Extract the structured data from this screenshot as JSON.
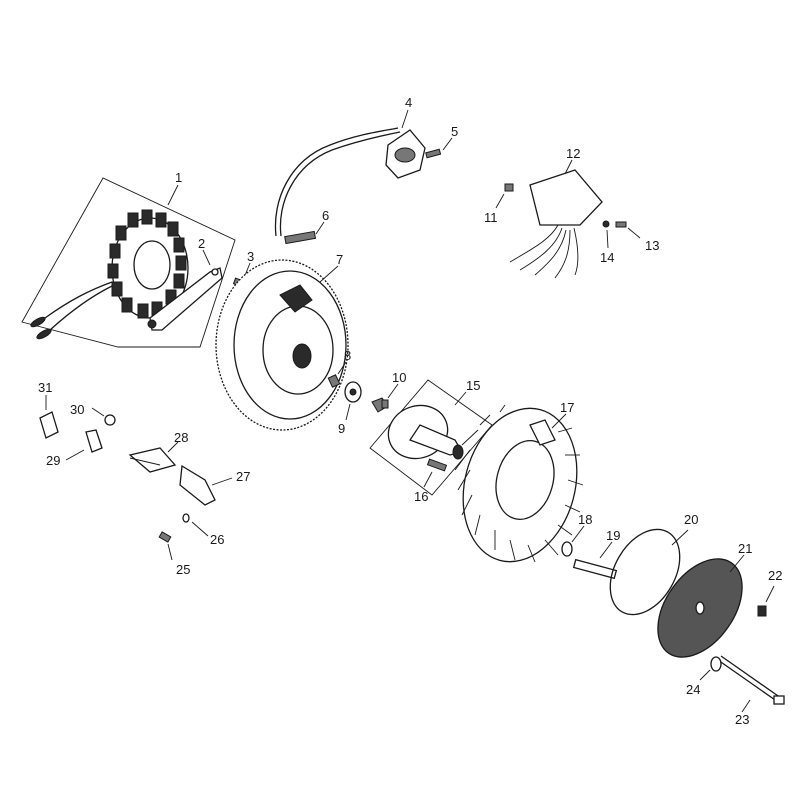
{
  "labels": {
    "p1": "1",
    "p2": "2",
    "p3": "3",
    "p4": "4",
    "p5": "5",
    "p6": "6",
    "p7": "7",
    "p8": "8",
    "p9": "9",
    "p10": "10",
    "p11": "11",
    "p12": "12",
    "p13": "13",
    "p14": "14",
    "p15": "15",
    "p16": "16",
    "p17": "17",
    "p18": "18",
    "p19": "19",
    "p20": "20",
    "p21": "21",
    "p22": "22",
    "p23": "23",
    "p24": "24",
    "p25": "25",
    "p26": "26",
    "p27": "27",
    "p28": "28",
    "p29": "29",
    "p30": "30",
    "p31": "31"
  }
}
